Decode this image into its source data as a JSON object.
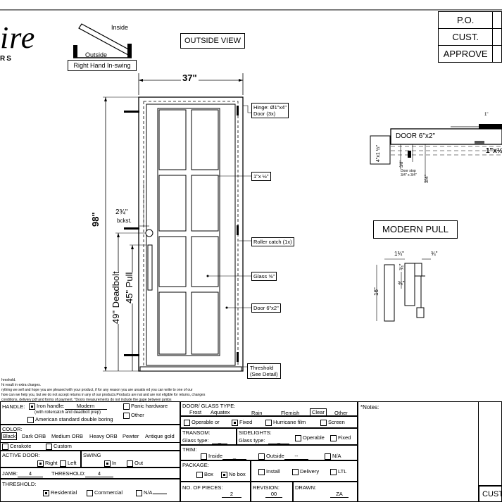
{
  "logo": {
    "script": "ire",
    "sub": "RS"
  },
  "swing": {
    "inside": "Inside",
    "outside": "Outside",
    "label": "Right Hand In-swing"
  },
  "outside_view": "OUTSIDE VIEW",
  "po_table": {
    "po": "P.O.",
    "cust": "CUST.",
    "approve": "APPROVE"
  },
  "dims": {
    "width": "37\"",
    "height": "98\"",
    "deadbolt": "49\" Deadbolt",
    "pull": "45\" Pull",
    "backset": "2¾\"",
    "bckst": "bckst."
  },
  "callouts": {
    "hinge_1": "Hinge: Ø1\"x4\"",
    "hinge_2": "Door (3x)",
    "mullion": "1\"x ½\"",
    "roller": "Roller catch  (1x)",
    "glass": "Glass ⅝\"",
    "door": "Door 6\"x2\"",
    "threshold_1": "Threshold",
    "threshold_2": "(See Detail)"
  },
  "section": {
    "door": "DOOR 6\"x2\"",
    "frame": "4\"x1 ½\"",
    "three_eighths": "3/8\"",
    "three_quarter": "3/4\"",
    "stop_1": "Door stop",
    "stop_2": "3/4\" x 3/4\"",
    "top_fraction": "1\"",
    "bar": "1\"x½\""
  },
  "modern_pull": {
    "title": "MODERN PULL",
    "d1": "1¾\"",
    "d2": "¾\"",
    "d3": "¾\"",
    "d4": "¾\"",
    "length": "16\""
  },
  "disclaimer": [
    "hreshold.",
    "ht result in extra charges.",
    "rything we sell and hope you are pleased with your product, if for any reason you are unsatis   ed you can write to one of our",
    "how can we help you, but we do not accept returns in any of our products.Products are    nal and are not eligible for returns, changes",
    "conditions, delivery pdf and forms of payment. *Doors measurements do not include the gape between jambs"
  ],
  "form": {
    "handle_label": "HANDLE:",
    "iron_handle": "Iron handle:",
    "iron_handle_value": "Modern",
    "rollercatch": "(with rollercatch and deadbolt prep)",
    "panic": "Panic hardware",
    "american": "American standard double boring",
    "other": "Other",
    "color_label": "COLOR:",
    "colors": [
      "Black",
      "Dark ORB",
      "Medium ORB",
      "Heavy ORB",
      "Pewter",
      "Antique gold"
    ],
    "cerakote": "Cerakote",
    "custom": "Custom",
    "active_door": "ACTIVE DOOR:",
    "right": "Right",
    "left": "Left",
    "swing": "SWING",
    "in": "In",
    "out": "Out",
    "jamb_label": "JAMB:",
    "jamb_value": "4",
    "threshold_label": "THRESHOLD:",
    "threshold_value": "4",
    "threshold2_label": "THRESHOLD:",
    "residential": "Residential",
    "commercial": "Commercial",
    "na": "N/A",
    "glass_type_label": "DOOR/ GLASS TYPE:",
    "glass_types": [
      "Frost",
      "Aquatex",
      "Rain",
      "Flemish",
      "Clear",
      "Other"
    ],
    "operable": "Operable",
    "or": "or",
    "fixed": "Fixed",
    "hurricane": "Hurricane film",
    "screen": "Screen",
    "transom": "TRANSOM:",
    "transom_glass": "Glass type:",
    "transom_glass_value": "_",
    "sidelights": "SIDELIGHTS:",
    "side_glass": "Glass type:",
    "side_glass_value": "_",
    "side_operable": "Operable",
    "side_fixed": "Fixed",
    "trim": "TRIM:",
    "inside": "Inside",
    "inside_value": "_",
    "outside": "Outside",
    "outside_value": "--",
    "trim_na": "N/A",
    "package": "PACKAGE:",
    "box": "Box",
    "no_box": "No box",
    "install": "Install",
    "delivery": "Delivery",
    "ltl": "LTL",
    "pieces_label": "NO. OF PIECES:",
    "pieces_value": "2",
    "revision_label": "REVISION:",
    "revision_value": "00",
    "drawn_label": "DRAWN:",
    "drawn_value": "ZA",
    "notes": "*Notes:",
    "cust": "CUST"
  }
}
